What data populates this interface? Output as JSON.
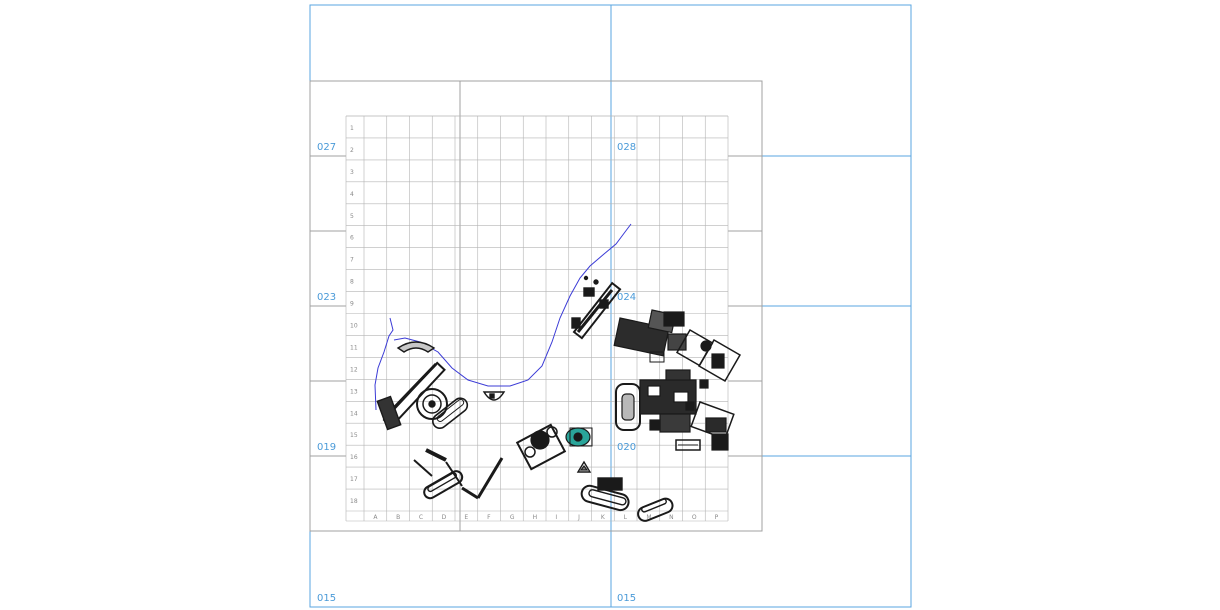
{
  "sheets": [
    {
      "id": "sheet-027",
      "label": "027"
    },
    {
      "id": "sheet-028",
      "label": "028"
    },
    {
      "id": "sheet-023",
      "label": "023"
    },
    {
      "id": "sheet-024",
      "label": "024"
    },
    {
      "id": "sheet-019",
      "label": "019"
    },
    {
      "id": "sheet-020",
      "label": "020"
    },
    {
      "id": "sheet-015-left",
      "label": "015"
    },
    {
      "id": "sheet-015-right",
      "label": "015"
    }
  ],
  "grid": {
    "columns": [
      "A",
      "B",
      "C",
      "D",
      "E",
      "F",
      "G",
      "H",
      "I",
      "J",
      "K",
      "L",
      "M",
      "N",
      "O",
      "P"
    ],
    "rows": [
      "1",
      "2",
      "3",
      "4",
      "5",
      "6",
      "7",
      "8",
      "9",
      "10",
      "11",
      "12",
      "13",
      "14",
      "15",
      "16",
      "17",
      "18"
    ]
  },
  "colors": {
    "sheet_border": "#5aa6e0",
    "sheet_label": "#4a9ad8",
    "grid_line": "#b4b4b4",
    "grid_label": "#8a8a8a",
    "frame": "#a0a0a0",
    "boundary_curve": "#3b3bd6",
    "equipment": "#1a1a1a",
    "accent_teal": "#2aa59a"
  }
}
